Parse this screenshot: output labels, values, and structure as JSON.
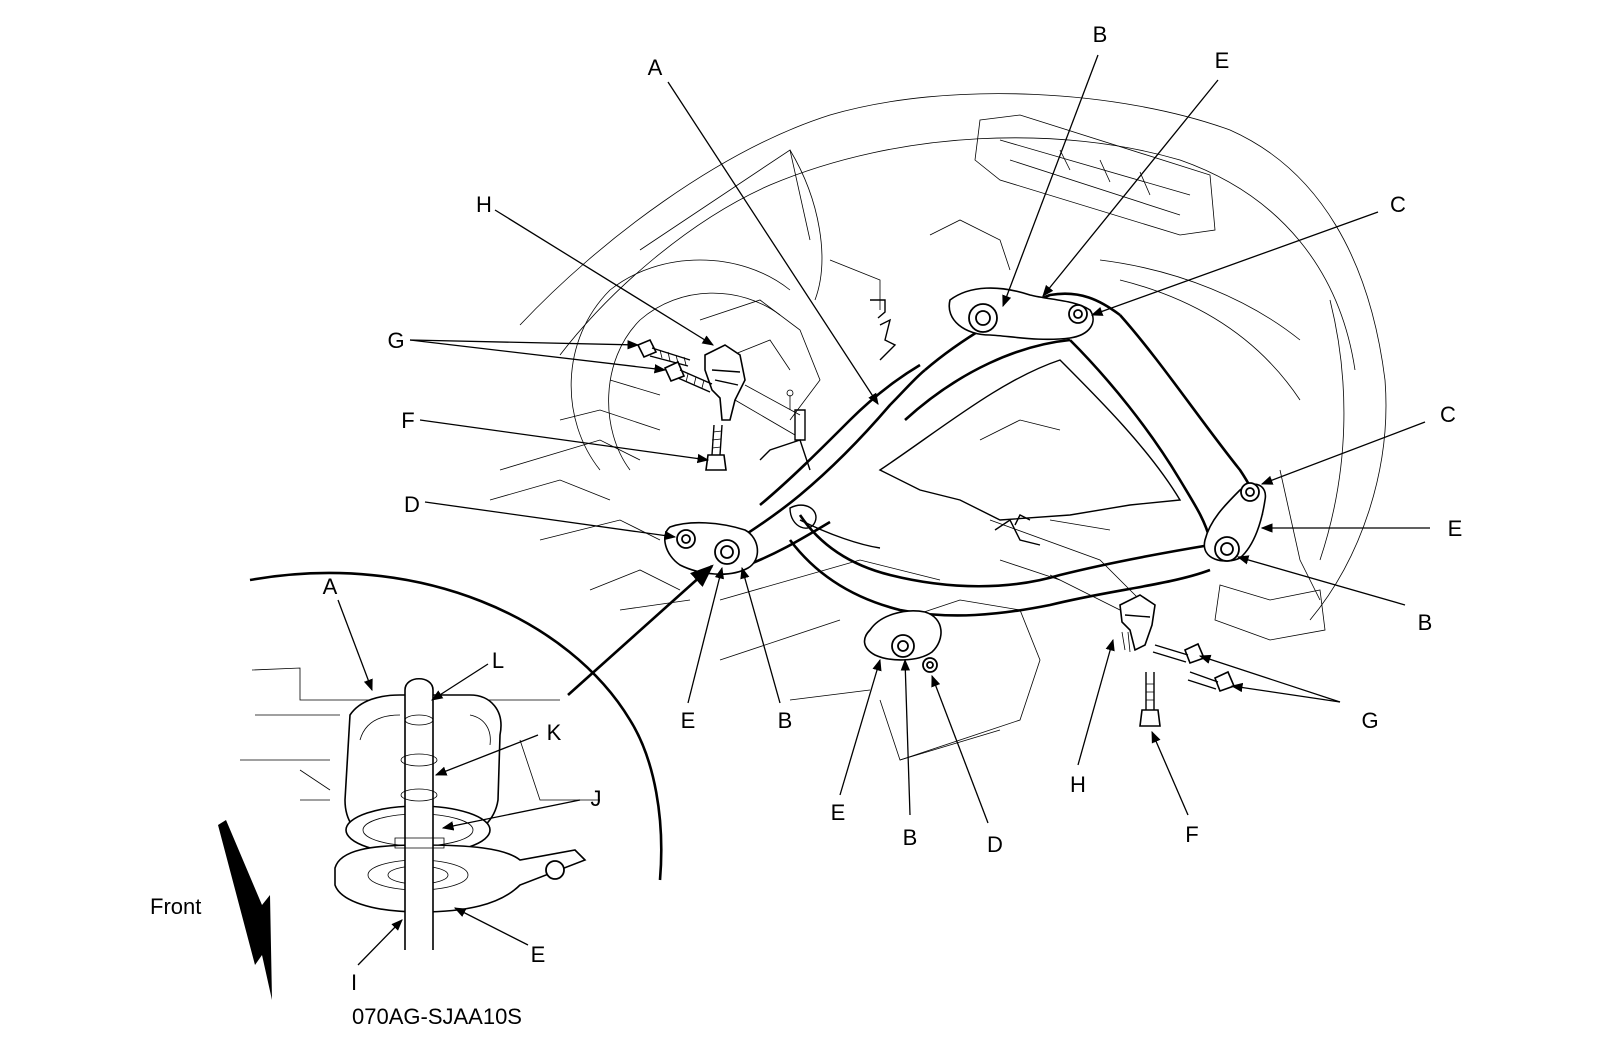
{
  "figure_code": "070AG-SJAA10S",
  "direction_label": "Front",
  "callouts": {
    "a_top": "A",
    "b_top": "B",
    "e_top": "E",
    "c_upper": "C",
    "h_left": "H",
    "g_left": "G",
    "f_left": "F",
    "d_left": "D",
    "e_left_bottom": "E",
    "b_left_bottom": "B",
    "c_right": "C",
    "e_right": "E",
    "b_right": "B",
    "e_center": "E",
    "b_center": "B",
    "d_center": "D",
    "h_right": "H",
    "f_right": "F",
    "g_right": "G",
    "a_detail": "A",
    "l_detail": "L",
    "k_detail": "K",
    "j_detail": "J",
    "e_detail": "E",
    "i_detail": "I"
  }
}
